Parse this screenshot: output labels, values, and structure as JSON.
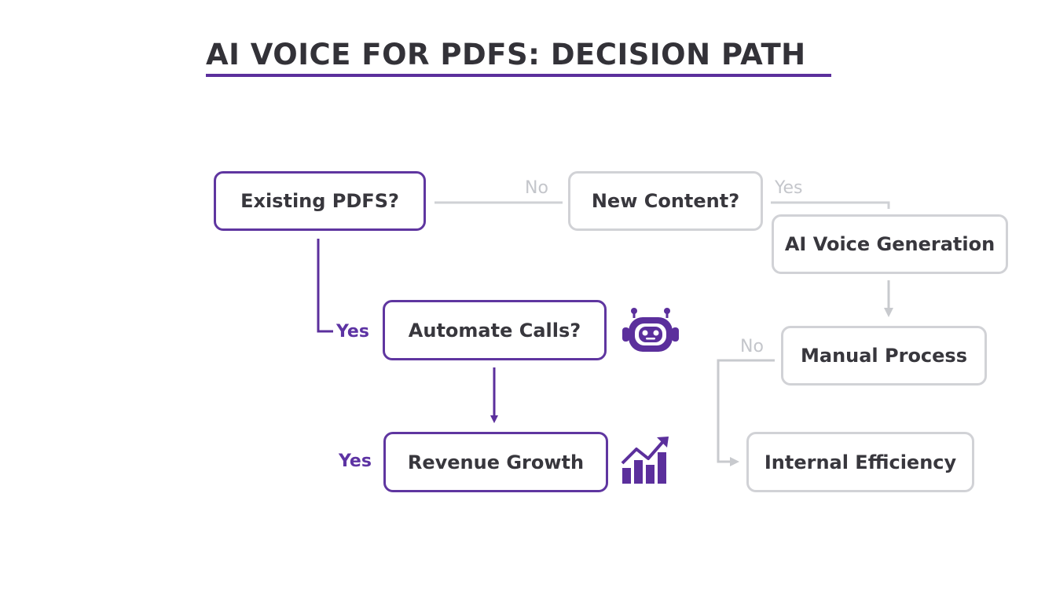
{
  "title": "AI VOICE FOR PDFS: DECISION PATH",
  "colors": {
    "accent": "#5b2f9c",
    "muted": "#d1d2d6",
    "text": "#35343a"
  },
  "nodes": {
    "existing_pdfs": "Existing PDFS?",
    "new_content": "New Content?",
    "ai_voice_generation": "AI Voice Generation",
    "automate_calls": "Automate Calls?",
    "manual_process": "Manual Process",
    "revenue_growth": "Revenue Growth",
    "internal_efficiency": "Internal Efficiency"
  },
  "edge_labels": {
    "existing_to_new": "No",
    "new_to_ai_voice": "Yes",
    "existing_to_automate": "Yes",
    "automate_to_revenue": "Yes",
    "manual_to_internal": "No"
  },
  "icons": {
    "automate_calls": "robot-icon",
    "revenue_growth": "growth-chart-icon"
  }
}
